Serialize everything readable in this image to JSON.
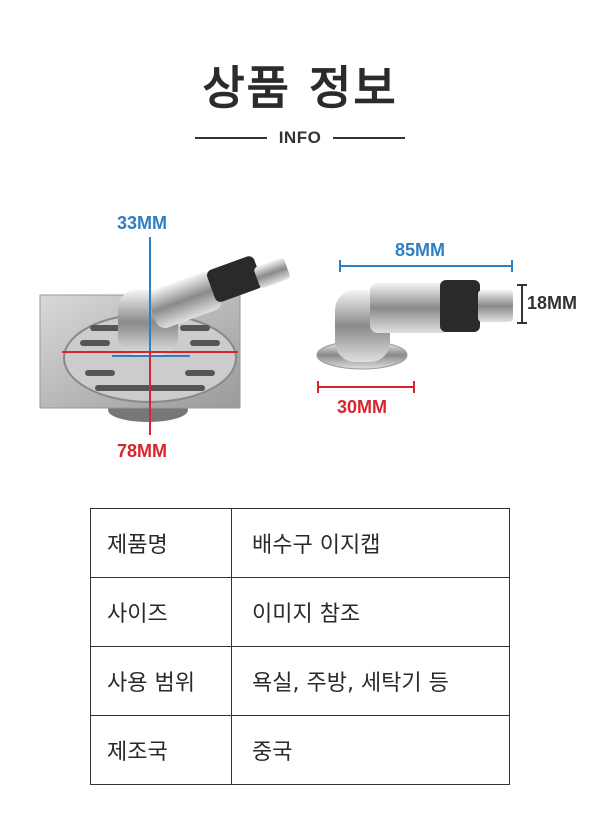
{
  "header": {
    "title": "상품 정보",
    "subtitle": "INFO"
  },
  "dimensions": {
    "top_diameter": "33MM",
    "flange_diameter": "78MM",
    "length": "85MM",
    "hose_diameter": "18MM",
    "base_width": "30MM"
  },
  "colors": {
    "blue": "#2f7fc3",
    "red": "#d6262d"
  },
  "table": {
    "rows": [
      {
        "label": "제품명",
        "value": "배수구 이지캡"
      },
      {
        "label": "사이즈",
        "value": "이미지 참조"
      },
      {
        "label": "사용 범위",
        "value": "욕실, 주방, 세탁기 등"
      },
      {
        "label": "제조국",
        "value": "중국"
      }
    ]
  }
}
